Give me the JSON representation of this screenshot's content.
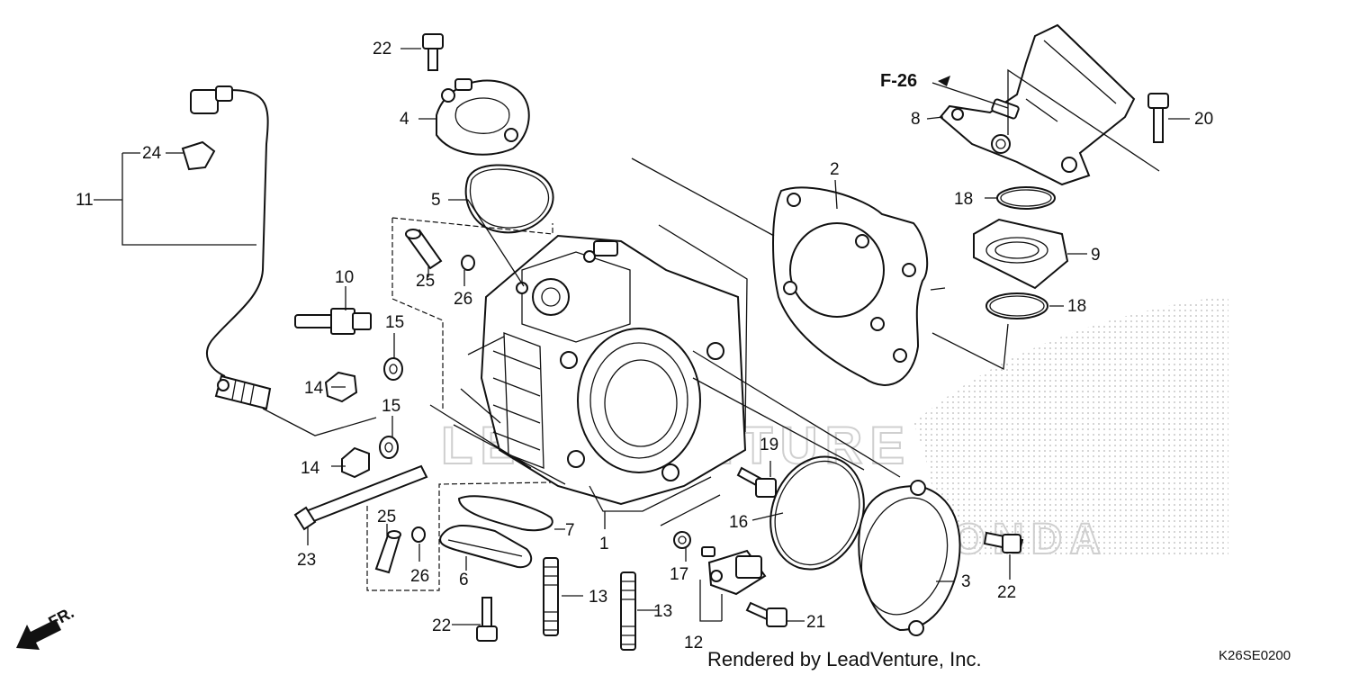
{
  "watermark": {
    "dealer": "LEADVENTURE",
    "brand": "HONDA"
  },
  "reference": {
    "label": "F-26"
  },
  "direction": {
    "label": "FR."
  },
  "footer": {
    "credit": "Rendered by LeadVenture, Inc.",
    "diagram_code": "K26SE0200"
  },
  "callouts": {
    "c1": "1",
    "c2": "2",
    "c3": "3",
    "c4": "4",
    "c5": "5",
    "c6": "6",
    "c7": "7",
    "c8": "8",
    "c9": "9",
    "c10": "10",
    "c11": "11",
    "c12": "12",
    "c13a": "13",
    "c13b": "13",
    "c14a": "14",
    "c14b": "14",
    "c15a": "15",
    "c15b": "15",
    "c16": "16",
    "c17": "17",
    "c18a": "18",
    "c18b": "18",
    "c19": "19",
    "c20": "20",
    "c21": "21",
    "c22a": "22",
    "c22b": "22",
    "c22c": "22",
    "c23": "23",
    "c24": "24",
    "c25a": "25",
    "c25b": "25",
    "c26a": "26",
    "c26b": "26"
  }
}
